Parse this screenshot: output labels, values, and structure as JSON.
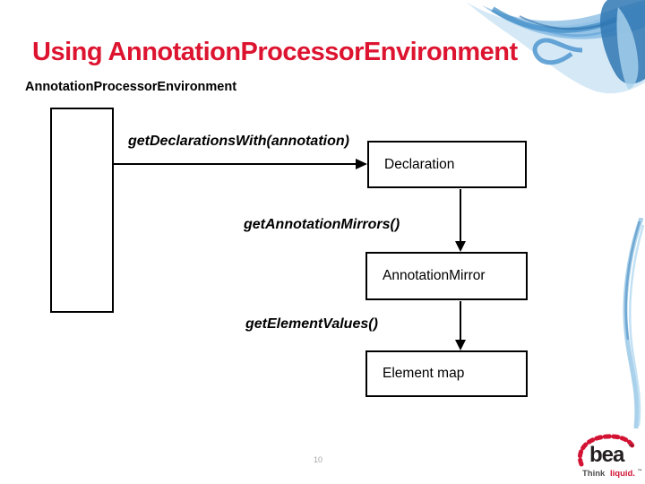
{
  "slide": {
    "title": "Using AnnotationProcessorEnvironment",
    "subtitle": "AnnotationProcessorEnvironment",
    "page_number": "10"
  },
  "diagram": {
    "edges": [
      {
        "label": "getDeclarationsWith(annotation)",
        "from": "AnnotationProcessorEnvironment",
        "to": "Declaration"
      },
      {
        "label": "getAnnotationMirrors()",
        "from": "Declaration",
        "to": "AnnotationMirror"
      },
      {
        "label": "getElementValues()",
        "from": "AnnotationMirror",
        "to": "Element map"
      }
    ],
    "boxes": [
      "Declaration",
      "AnnotationMirror",
      "Element map"
    ]
  },
  "logo": {
    "brand": "bea",
    "trademark": "™",
    "tagline_dark": "Think",
    "tagline_red": "liquid.",
    "brand_red": "#d31334",
    "brand_dark": "#231f20"
  },
  "colors": {
    "title_red": "#dd1430",
    "diagram_line": "#000000",
    "smoke_blue_dark": "#2f77b3",
    "smoke_blue_mid": "#4f97cf",
    "smoke_blue_light": "#cfe6f5",
    "page_number_gray": "#a6a6a6"
  }
}
